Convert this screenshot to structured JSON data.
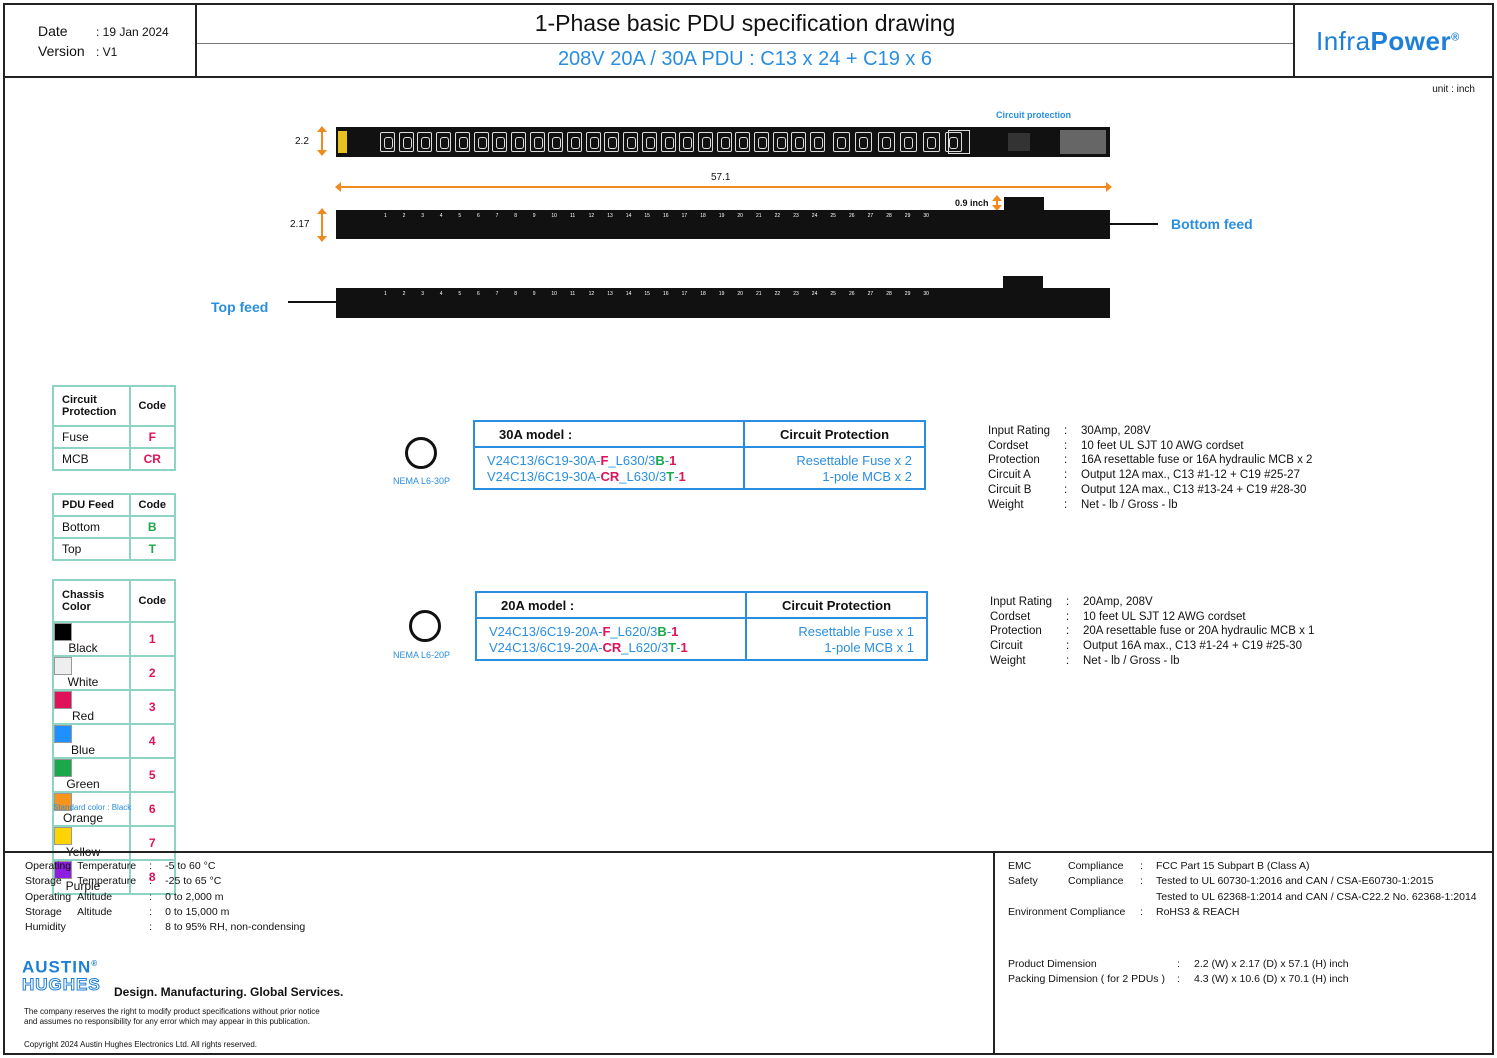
{
  "header": {
    "date_label": "Date",
    "date_value": ": 19 Jan 2024",
    "version_label": "Version",
    "version_value": ": V1",
    "title": "1-Phase basic PDU specification drawing",
    "subtitle": "208V 20A / 30A PDU  :  C13 x 24  +  C19  x 6",
    "logo_thin": "Infra",
    "logo_bold": "Power",
    "logo_mark": "®"
  },
  "unit_note": "unit : inch",
  "drawing": {
    "circuit_protection_label": "Circuit protection",
    "width_dim": "2.2",
    "length_dim": "57.1",
    "depth_dim": "2.17",
    "breaker_dim": "0.9 inch",
    "bottom_feed": "Bottom feed",
    "top_feed": "Top feed",
    "outlet_numbers": [
      "1",
      "2",
      "3",
      "4",
      "5",
      "6",
      "7",
      "8",
      "9",
      "10",
      "11",
      "12",
      "13",
      "14",
      "15",
      "16",
      "17",
      "18",
      "19",
      "20",
      "21",
      "22",
      "23",
      "24",
      "25",
      "26",
      "27",
      "28",
      "29",
      "30"
    ]
  },
  "circuit_table": {
    "h1": "Circuit Protection",
    "h2": "Code",
    "rows": [
      {
        "name": "Fuse",
        "code": "F"
      },
      {
        "name": "MCB",
        "code": "CR"
      }
    ]
  },
  "feed_table": {
    "h1": "PDU Feed",
    "h2": "Code",
    "rows": [
      {
        "name": "Bottom",
        "code": "B"
      },
      {
        "name": "Top",
        "code": "T"
      }
    ]
  },
  "color_table": {
    "h1": "Chassis Color",
    "h2": "Code",
    "rows": [
      {
        "name": "Black",
        "code": "1",
        "color": "#000000"
      },
      {
        "name": "White",
        "code": "2",
        "color": "#eeeeee"
      },
      {
        "name": "Red",
        "code": "3",
        "color": "#e0125a"
      },
      {
        "name": "Blue",
        "code": "4",
        "color": "#1e90ff"
      },
      {
        "name": "Green",
        "code": "5",
        "color": "#1aa84a"
      },
      {
        "name": "Orange",
        "code": "6",
        "color": "#f7941d"
      },
      {
        "name": "Yellow",
        "code": "7",
        "color": "#ffd400"
      },
      {
        "name": "Purple",
        "code": "8",
        "color": "#8e1ee0"
      }
    ],
    "note": "Standard color : Black"
  },
  "model30": {
    "plug_label": "NEMA L6-30P",
    "h1": "30A model :",
    "h2": "Circuit Protection",
    "rows": [
      {
        "p1": "V24C13/6C19-30A-",
        "c1": "F",
        "p2": "_L630/3",
        "c2": "B",
        "p3": "-",
        "c3": "1",
        "prot": "Resettable Fuse x 2"
      },
      {
        "p1": "V24C13/6C19-30A-",
        "c1": "CR",
        "p2": "_L630/3",
        "c2": "T",
        "p3": "-",
        "c3": "1",
        "prot": "1-pole MCB x 2"
      }
    ],
    "specs": [
      {
        "k": "Input Rating",
        "v": "30Amp, 208V"
      },
      {
        "k": "Cordset",
        "v": "10 feet UL SJT 10 AWG cordset"
      },
      {
        "k": "Protection",
        "v": "16A resettable fuse or 16A hydraulic MCB  x 2"
      },
      {
        "k": "Circuit A",
        "v": "Output 12A max., C13 #1-12 + C19 #25-27"
      },
      {
        "k": "Circuit B",
        "v": "Output 12A max., C13 #13-24 + C19 #28-30"
      },
      {
        "k": "Weight",
        "v": "Net - lb / Gross - lb"
      }
    ]
  },
  "model20": {
    "plug_label": "NEMA L6-20P",
    "h1": "20A model :",
    "h2": "Circuit Protection",
    "rows": [
      {
        "p1": "V24C13/6C19-20A-",
        "c1": "F",
        "p2": "_L620/3",
        "c2": "B",
        "p3": "-",
        "c3": "1",
        "prot": "Resettable Fuse x 1"
      },
      {
        "p1": "V24C13/6C19-20A-",
        "c1": "CR",
        "p2": "_L620/3",
        "c2": "T",
        "p3": "-",
        "c3": "1",
        "prot": "1-pole MCB x 1"
      }
    ],
    "specs": [
      {
        "k": "Input Rating",
        "v": "20Amp, 208V"
      },
      {
        "k": "Cordset",
        "v": "10 feet UL SJT 12 AWG cordset"
      },
      {
        "k": "Protection",
        "v": "20A resettable fuse or 20A hydraulic MCB  x 1"
      },
      {
        "k": "Circuit",
        "v": "Output 16A max., C13 #1-24 + C19 #25-30"
      },
      {
        "k": "Weight",
        "v": "Net - lb / Gross - lb"
      }
    ]
  },
  "env": [
    {
      "a": "Operating",
      "b": "Temperature",
      "v": "-5 to 60 °C"
    },
    {
      "a": "Storage",
      "b": "Temperature",
      "v": "-25 to 65 °C"
    },
    {
      "a": "Operating",
      "b": "Altitude",
      "v": "0 to 2,000 m"
    },
    {
      "a": "Storage",
      "b": "Altitude",
      "v": "0 to 15,000 m"
    },
    {
      "a": "Humidity",
      "b": "",
      "v": "8 to 95% RH, non-condensing"
    }
  ],
  "compliance": [
    {
      "a": "EMC",
      "b": "Compliance",
      "v": "FCC Part 15 Subpart B (Class A)"
    },
    {
      "a": "Safety",
      "b": "Compliance",
      "v": "Tested to UL 60730-1:2016 and CAN / CSA-E60730-1:2015"
    },
    {
      "a": "",
      "b": "",
      "v": "Tested to UL 62368-1:2014 and CAN / CSA-C22.2 No. 62368-1:2014"
    },
    {
      "a": "Environment Compliance",
      "b": "",
      "v": "RoHS3 & REACH"
    }
  ],
  "dimensions": [
    {
      "k": "Product Dimension",
      "v": "2.2 (W) x 2.17 (D) x 57.1 (H) inch"
    },
    {
      "k": "Packing Dimension ( for 2 PDUs )",
      "v": "4.3 (W) x 10.6 (D) x 70.1 (H) inch"
    }
  ],
  "footer": {
    "brand_line1": "AUSTIN",
    "brand_line2": "HUGHES",
    "brand_mark": "®",
    "tagline": "Design. Manufacturing. Global Services.",
    "disclaimer1": "The company reserves the right to modify product specifications without prior notice",
    "disclaimer2": "and assumes no responsibility for any error which may appear in this publication.",
    "copyright": "Copyright 2024 Austin Hughes Electronics Ltd. All rights reserved."
  }
}
